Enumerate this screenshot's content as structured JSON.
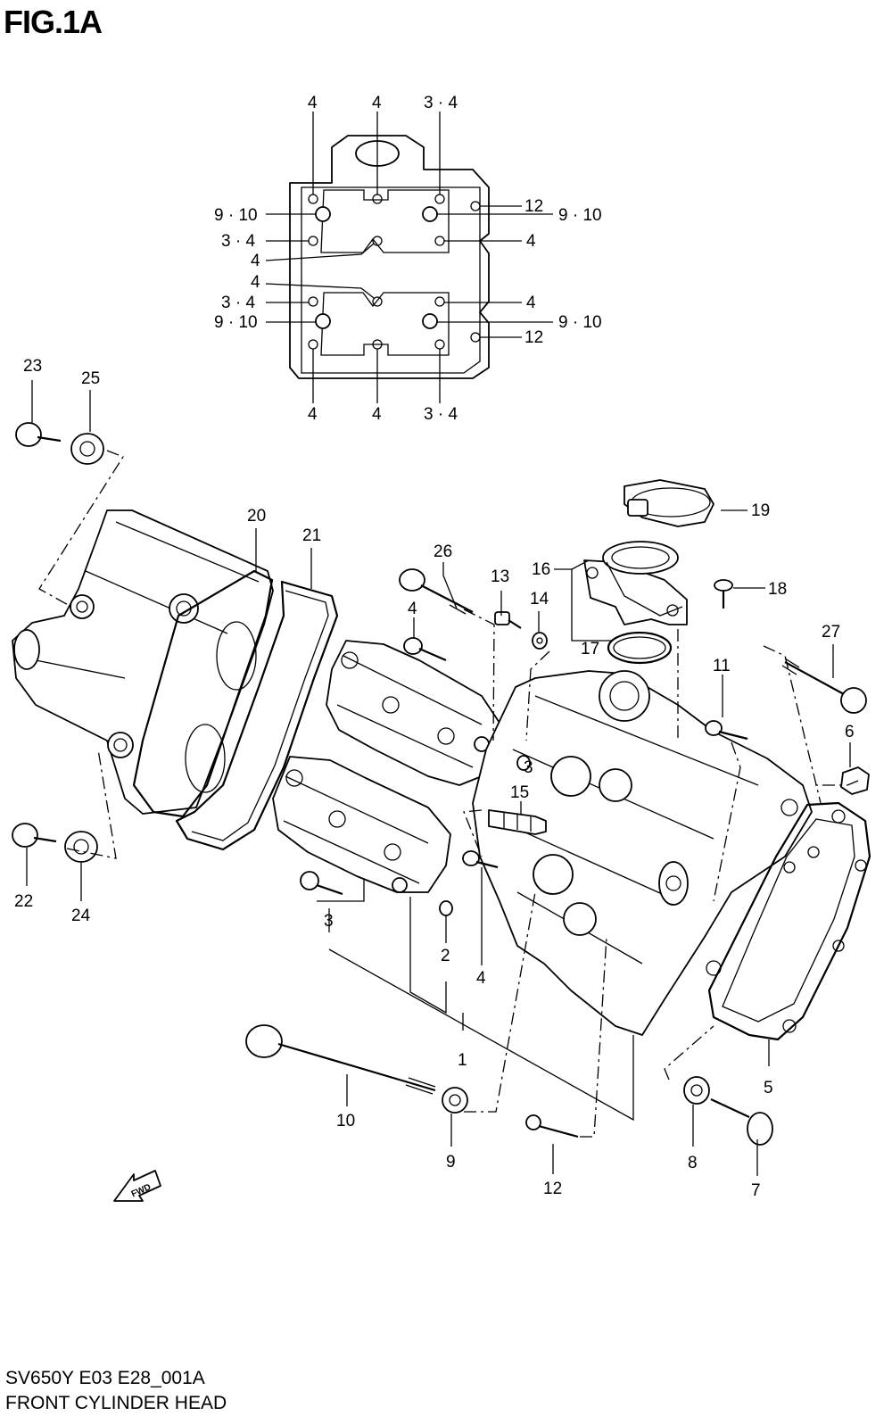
{
  "figure_title": "FIG.1A",
  "footer": {
    "model_code": "SV650Y E03 E28_001A",
    "diagram_name": "FRONT CYLINDER HEAD"
  },
  "fwd_arrow_label": "FWD",
  "inset_labels": {
    "top_a": "4",
    "top_b": "4",
    "top_c": "3 · 4",
    "left_910_a": "9 · 10",
    "left_34_a": "3 · 4",
    "left_4_a": "4",
    "left_4_b": "4",
    "left_34_b": "3 · 4",
    "left_910_b": "9 · 10",
    "right_12_a": "12",
    "right_910_a": "9 · 10",
    "right_4_a": "4",
    "right_4_b": "4",
    "right_910_b": "9 · 10",
    "right_12_b": "12",
    "bottom_a": "4",
    "bottom_b": "4",
    "bottom_c": "3 · 4"
  },
  "callouts": {
    "p1": "1",
    "p2": "2",
    "p3a": "3",
    "p3b": "3",
    "p4a": "4",
    "p4b": "4",
    "p5": "5",
    "p6": "6",
    "p7": "7",
    "p8": "8",
    "p9": "9",
    "p10": "10",
    "p11": "11",
    "p12": "12",
    "p13": "13",
    "p14": "14",
    "p15": "15",
    "p16": "16",
    "p17": "17",
    "p18": "18",
    "p19": "19",
    "p20": "20",
    "p21": "21",
    "p22": "22",
    "p23": "23",
    "p24": "24",
    "p25": "25",
    "p26": "26",
    "p27": "27"
  }
}
